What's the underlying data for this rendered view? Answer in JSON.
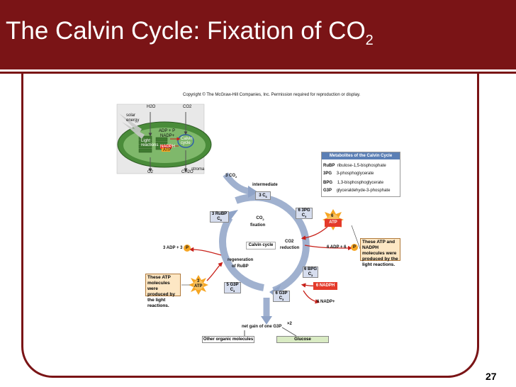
{
  "slide": {
    "title": "The Calvin Cycle: Fixation of CO",
    "title_sub": "2",
    "page_number": "27"
  },
  "copyright": "Copyright © The McGraw-Hill Companies, Inc. Permission required for reproduction or display.",
  "inset": {
    "h2o": "H2O",
    "co2": "CO2",
    "solar": "solar energy",
    "light_reactions": "Light reactions",
    "adp": "ADP + P",
    "nadp": "NADP+",
    "nadph": "NADPH",
    "atp": "ATP",
    "calvin_cycle": "Calvin cycle",
    "stroma": "stroma",
    "o2": "O2",
    "ch2o": "CH2O"
  },
  "table": {
    "header": "Metabolites of the Calvin Cycle",
    "rows": [
      {
        "abbr": "RuBP",
        "name": "ribulose-1,5-bisphosphate"
      },
      {
        "abbr": "3PG",
        "name": "3-phosphoglycerate"
      },
      {
        "abbr": "BPG",
        "name": "1,3-bisphosphoglycerate"
      },
      {
        "abbr": "G3P",
        "name": "glyceraldehyde-3-phosphate"
      }
    ]
  },
  "cycle": {
    "co2_in": "3 CO",
    "intermediate": "intermediate",
    "c6": "3 C",
    "c6_sub": "6",
    "pg3": "6 3PG",
    "pg3_c": "C",
    "pg3_sub": "3",
    "rubp": "3 RuBP",
    "rubp_c": "C",
    "rubp_sub": "5",
    "fixation": "fixation",
    "co2_label": "CO",
    "center": "Calvin cycle",
    "reduction_co2": "CO2",
    "reduction": "reduction",
    "regeneration": "regeneration",
    "of_rubp": "of RuBP",
    "bpg": "6 BPG",
    "bpg_c": "C",
    "bpg_sub": "3",
    "g3p5": "5 G3P",
    "g3p5_c": "C",
    "g3p5_sub": "3",
    "g3p6": "6 G3P",
    "g3p6_c": "C",
    "g3p6_sub": "3",
    "atp6": "6",
    "atp6_label": "ATP",
    "adp6": "6 ADP + 6",
    "p": "P",
    "nadph6": "6 NADPH",
    "nadp6": "6 NADP+",
    "adp3": "3 ADP + 3",
    "atp3": "3",
    "atp3_label": "ATP",
    "net_gain": "net gain of one G3P",
    "x2": "×2",
    "other": "Other organic molecules",
    "glucose": "Glucose"
  },
  "notes": {
    "left": "These ATP molecules were produced by the light reactions.",
    "right": "These ATP and NADPH molecules were produced by the light reactions."
  },
  "colors": {
    "brand": "#7a1416",
    "atp_burst": "#f6a623",
    "pill": "#e43a2a",
    "cycle_arrow": "#8fa3c7",
    "note_bg": "#fde7c4",
    "glucose_bg": "#d9ebc3"
  }
}
